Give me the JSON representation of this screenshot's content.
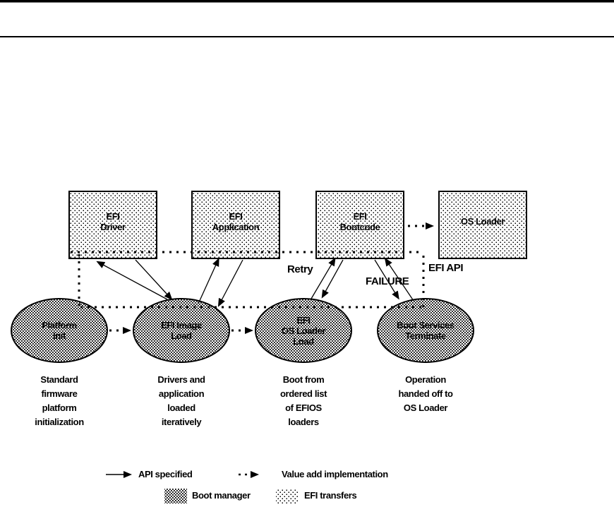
{
  "diagram": {
    "boxes": [
      {
        "label": "EFI\nDriver"
      },
      {
        "label": "EFI\nApplication"
      },
      {
        "label": "EFI\nBootcode"
      },
      {
        "label": "OS Loader"
      }
    ],
    "ellipses": [
      {
        "label": "Platform\nInit",
        "caption": "Standard\nfirmware\nplatform\ninitialization"
      },
      {
        "label": "EFI Image\nLoad",
        "caption": "Drivers and\napplication\nloaded\niteratively"
      },
      {
        "label": "EFI\nOS Loader\nLoad",
        "caption": "Boot from\nordered list\nof EFIOS\nloaders"
      },
      {
        "label": "Boot Services\nTerminate",
        "caption": "Operation\nhanded off to\nOS Loader"
      }
    ],
    "annotations": {
      "retry": "Retry",
      "failure": "FAILURE",
      "efi_api": "EFI API"
    }
  },
  "legend": {
    "api_specified": "API specified",
    "value_add": "Value add implementation",
    "boot_manager": "Boot manager",
    "efi_transfers": "EFI transfers"
  },
  "colors": {
    "ink": "#000000",
    "background": "#ffffff"
  }
}
